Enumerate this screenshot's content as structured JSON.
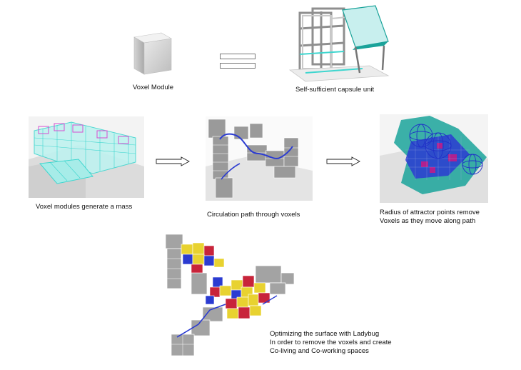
{
  "captions": {
    "voxel_module": "Voxel Module",
    "capsule_unit": "Self-sufficient capsule unit",
    "mass": "Voxel modules generate a mass",
    "circulation": "Circulation path through voxels",
    "attractor_line1": "Radius of attractor points remove",
    "attractor_line2": "Voxels as they move along path",
    "optimize_line1": "Optimizing the surface with Ladybug",
    "optimize_line2": "In order to remove the voxels and create",
    "optimize_line3": "Co-living and Co-working spaces"
  },
  "colors": {
    "grey_voxel": "#9a9a9a",
    "cyan": "#3fd6cf",
    "teal": "#1aa39a",
    "blue": "#2b3bd1",
    "magenta": "#b0208f",
    "yellow": "#e8d230",
    "red": "#c8243a"
  }
}
